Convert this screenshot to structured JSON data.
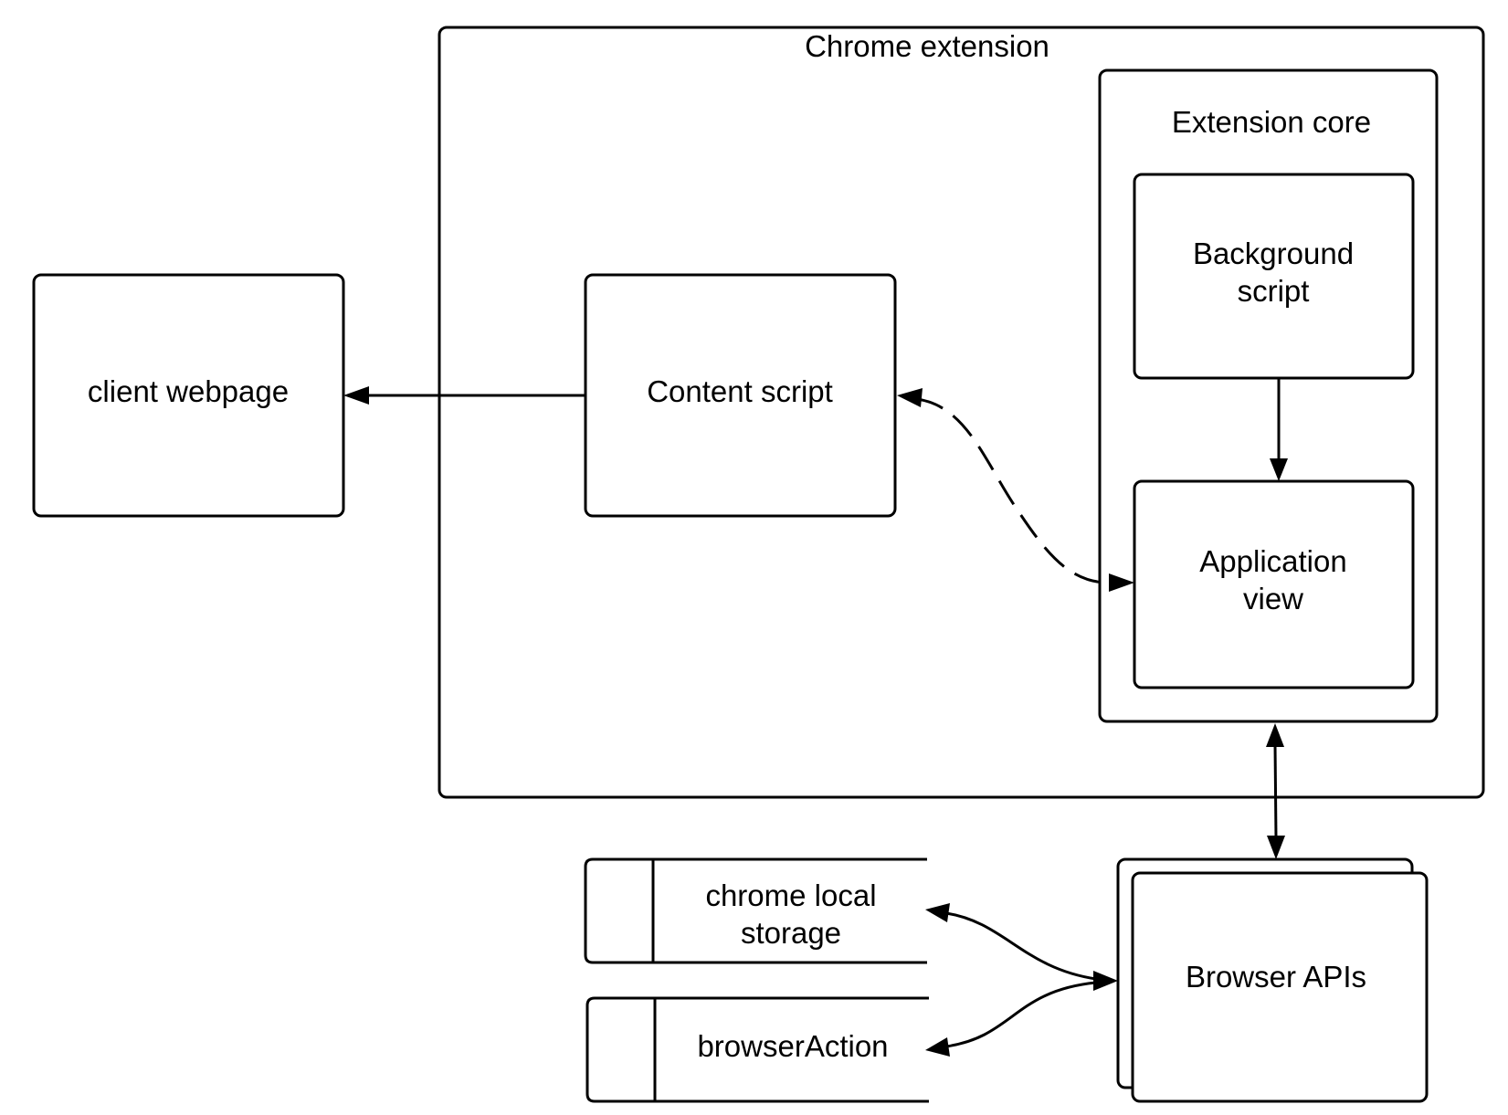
{
  "diagram": {
    "nodes": {
      "chrome_extension": {
        "label": "Chrome extension"
      },
      "extension_core": {
        "label": "Extension core"
      },
      "background_script": {
        "line1": "Background",
        "line2": "script"
      },
      "application_view": {
        "line1": "Application",
        "line2": "view"
      },
      "content_script": {
        "label": "Content script"
      },
      "client_webpage": {
        "label": "client webpage"
      },
      "browser_apis": {
        "label": "Browser APIs"
      },
      "chrome_local_storage": {
        "line1": "chrome local",
        "line2": "storage"
      },
      "browser_action": {
        "label": "browserAction"
      }
    },
    "edges": [
      {
        "from": "content_script",
        "to": "client_webpage",
        "style": "solid",
        "arrow": "single"
      },
      {
        "from": "content_script",
        "to": "application_view",
        "style": "dashed",
        "arrow": "double"
      },
      {
        "from": "background_script",
        "to": "application_view",
        "style": "solid",
        "arrow": "single"
      },
      {
        "from": "extension_core",
        "to": "browser_apis",
        "style": "solid",
        "arrow": "double"
      },
      {
        "from": "browser_apis",
        "to": "chrome_local_storage",
        "style": "solid",
        "arrow": "double"
      },
      {
        "from": "browser_apis",
        "to": "browser_action",
        "style": "solid",
        "arrow": "double"
      }
    ],
    "colors": {
      "stroke": "#000000",
      "fill": "#ffffff",
      "text": "#000000"
    }
  }
}
